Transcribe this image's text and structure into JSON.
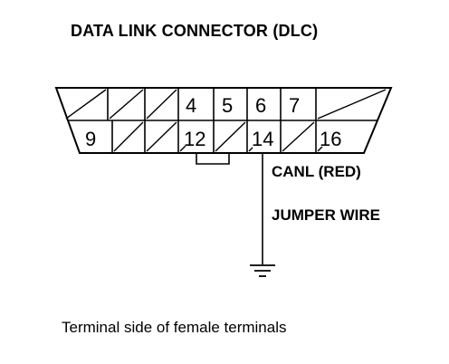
{
  "title": "DATA LINK CONNECTOR (DLC)",
  "caption": "Terminal side of female terminals",
  "labels": {
    "canl": "CANL (RED)",
    "jumper": "JUMPER WIRE"
  },
  "connector": {
    "top_row_pins": [
      "",
      "",
      "",
      "4",
      "5",
      "6",
      "7",
      ""
    ],
    "bottom_row_pins": [
      "9",
      "",
      "",
      "12",
      "",
      "14",
      "",
      "16"
    ]
  },
  "icons": {
    "ground": "ground-symbol-icon"
  }
}
